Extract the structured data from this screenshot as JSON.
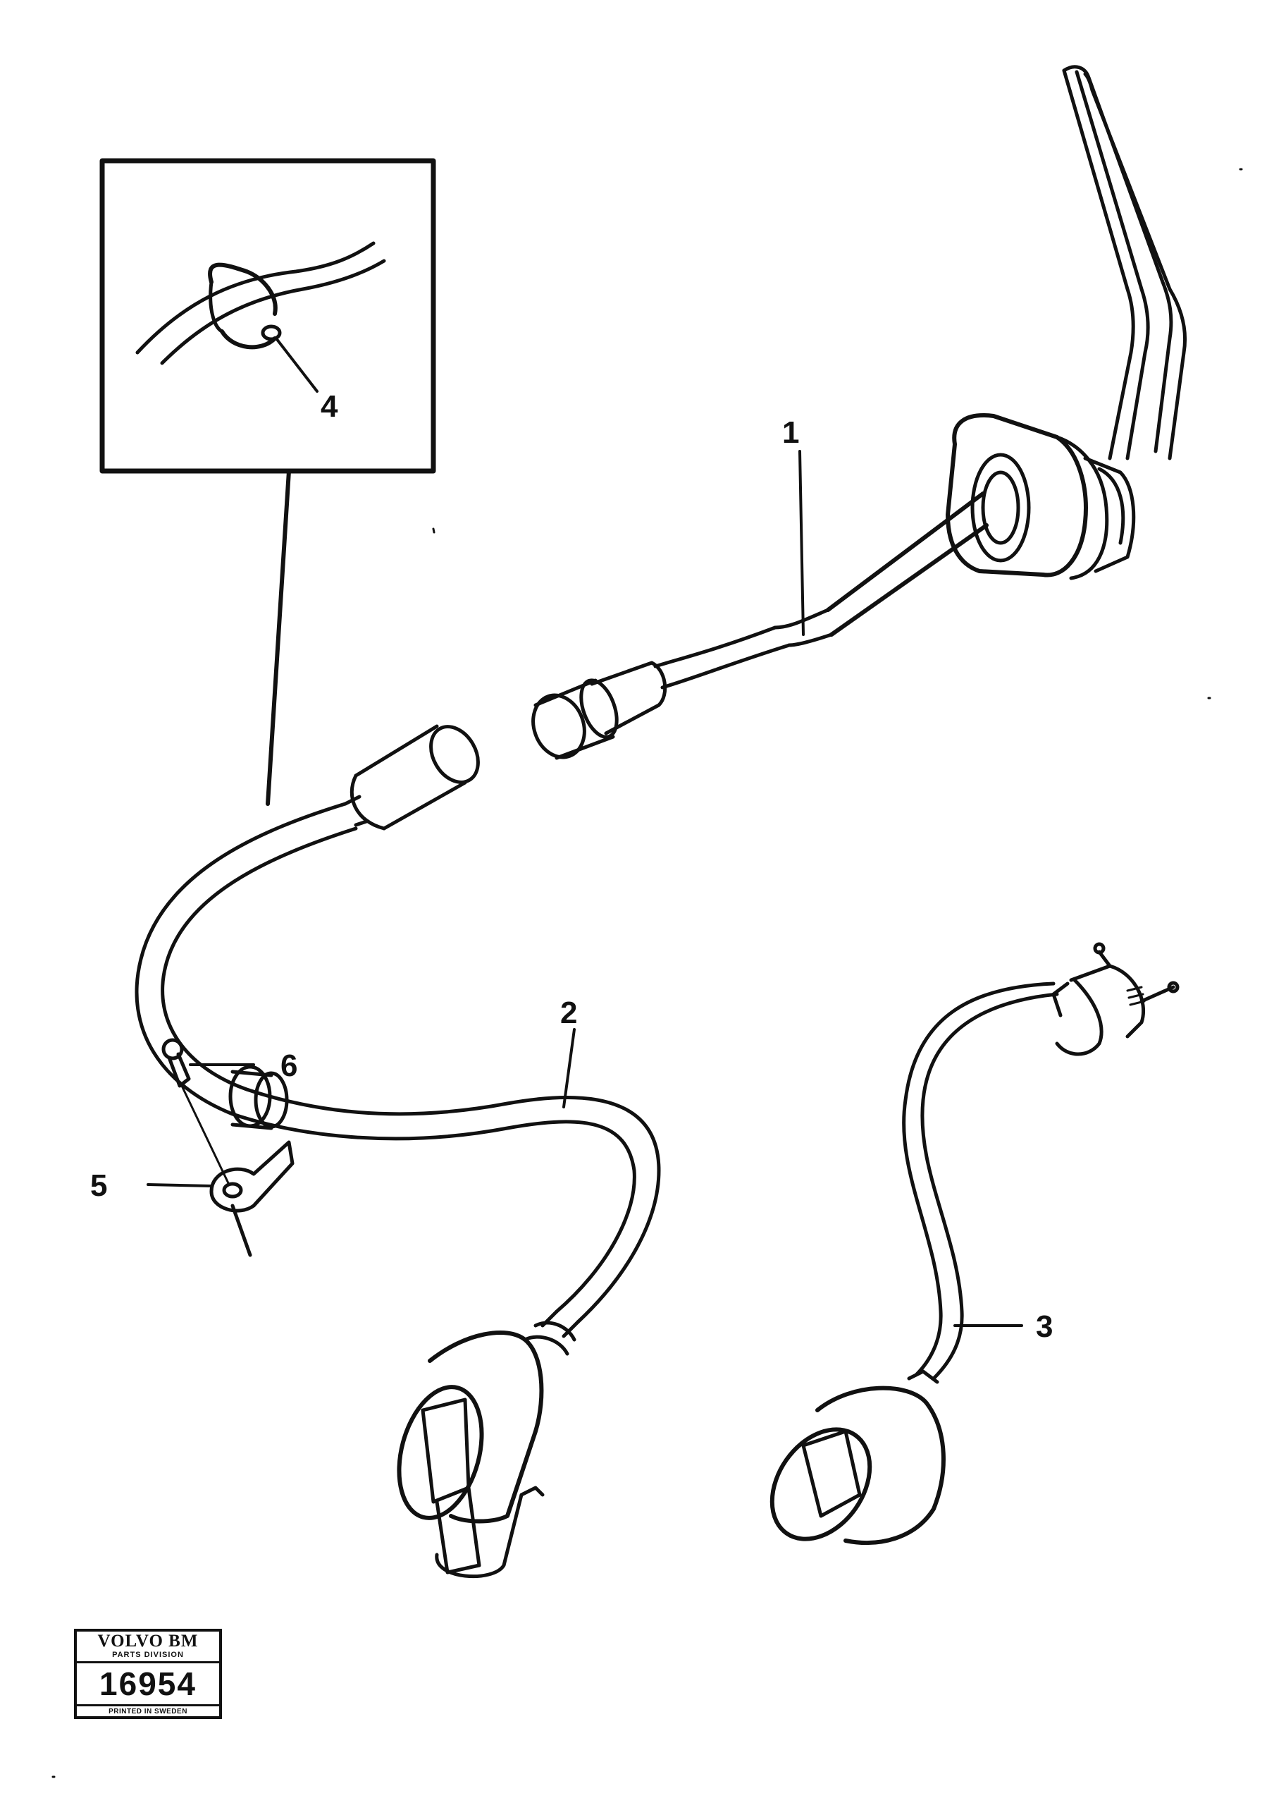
{
  "callouts": {
    "c1": "1",
    "c2": "2",
    "c3": "3",
    "c4": "4",
    "c5": "5",
    "c6": "6"
  },
  "stamp": {
    "brand": "VOLVO BM",
    "division": "PARTS DIVISION",
    "number": "16954",
    "printed": "PRINTED IN SWEDEN"
  },
  "colors": {
    "ink": "#111111",
    "paper": "#ffffff"
  }
}
